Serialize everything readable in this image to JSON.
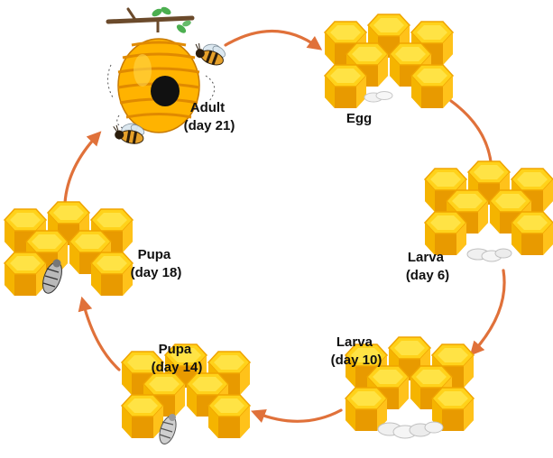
{
  "colors": {
    "arrow": "#e0713a",
    "comb_face": "#ffd21a",
    "comb_highlight": "#fff06a",
    "comb_edge": "#f0a400",
    "comb_side": "#e89a00",
    "hive_body": "#ffb300",
    "hive_stripe": "#e08a00",
    "branch": "#6b4a2b",
    "leaf": "#4caf50"
  },
  "stages": [
    {
      "id": "adult",
      "line1": "Adult",
      "line2": "(day 21)",
      "icon": "beehive-with-bees"
    },
    {
      "id": "egg",
      "line1": "Egg",
      "line2": "",
      "icon": "honeycomb-with-eggs"
    },
    {
      "id": "larva6",
      "line1": "Larva",
      "line2": "(day 6)",
      "icon": "honeycomb-with-larvae"
    },
    {
      "id": "larva10",
      "line1": "Larva",
      "line2": "(day 10)",
      "icon": "honeycomb-with-larvae"
    },
    {
      "id": "pupa14",
      "line1": "Pupa",
      "line2": "(day 14)",
      "icon": "honeycomb-with-pupa"
    },
    {
      "id": "pupa18",
      "line1": "Pupa",
      "line2": "(day 18)",
      "icon": "honeycomb-with-pupa"
    }
  ]
}
